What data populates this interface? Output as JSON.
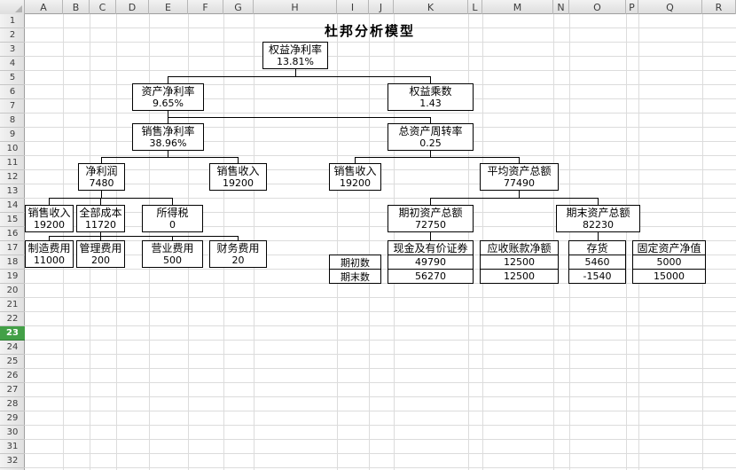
{
  "sheet": {
    "selected_row": "23",
    "columns": [
      "A",
      "B",
      "C",
      "D",
      "E",
      "F",
      "G",
      "H",
      "I",
      "J",
      "K",
      "L",
      "M",
      "N",
      "O",
      "P",
      "Q",
      "R"
    ],
    "rows": [
      "1",
      "2",
      "3",
      "4",
      "5",
      "6",
      "7",
      "8",
      "9",
      "10",
      "11",
      "12",
      "13",
      "14",
      "15",
      "16",
      "17",
      "18",
      "19",
      "20",
      "21",
      "22",
      "23",
      "24",
      "25",
      "26",
      "27",
      "28",
      "29",
      "30",
      "31",
      "32"
    ]
  },
  "title": "杜邦分析模型",
  "tree": {
    "nodes": [
      {
        "name": "return-on-equity",
        "label": "权益净利率",
        "value": "13.81%"
      },
      {
        "name": "return-on-assets",
        "label": "资产净利率",
        "value": "9.65%"
      },
      {
        "name": "equity-multiplier",
        "label": "权益乘数",
        "value": "1.43"
      },
      {
        "name": "net-profit-margin",
        "label": "销售净利率",
        "value": "38.96%"
      },
      {
        "name": "total-asset-turnover",
        "label": "总资产周转率",
        "value": "0.25"
      },
      {
        "name": "net-profit",
        "label": "净利润",
        "value": "7480"
      },
      {
        "name": "sales-revenue-left",
        "label": "销售收入",
        "value": "19200"
      },
      {
        "name": "sales-revenue-mid",
        "label": "销售收入",
        "value": "19200"
      },
      {
        "name": "average-total-assets",
        "label": "平均资产总额",
        "value": "77490"
      },
      {
        "name": "sales-revenue-bottom",
        "label": "销售收入",
        "value": "19200"
      },
      {
        "name": "total-cost",
        "label": "全部成本",
        "value": "11720"
      },
      {
        "name": "income-tax",
        "label": "所得税",
        "value": "0"
      },
      {
        "name": "beginning-total-assets",
        "label": "期初资产总额",
        "value": "72750"
      },
      {
        "name": "ending-total-assets",
        "label": "期末资产总额",
        "value": "82230"
      },
      {
        "name": "manufacturing-expense",
        "label": "制造费用",
        "value": "11000"
      },
      {
        "name": "admin-expense",
        "label": "管理费用",
        "value": "200"
      },
      {
        "name": "operating-expense",
        "label": "营业费用",
        "value": "500"
      },
      {
        "name": "financial-expense",
        "label": "财务费用",
        "value": "20"
      }
    ]
  },
  "detail_table": {
    "row_labels": [
      "期初数",
      "期末数"
    ],
    "columns": [
      {
        "header": "现金及有价证券",
        "beginning": "49790",
        "ending": "56270"
      },
      {
        "header": "应收账款净额",
        "beginning": "12500",
        "ending": "12500"
      },
      {
        "header": "存货",
        "beginning": "5460",
        "ending": "-1540"
      },
      {
        "header": "固定资产净值",
        "beginning": "5000",
        "ending": "15000"
      }
    ]
  }
}
